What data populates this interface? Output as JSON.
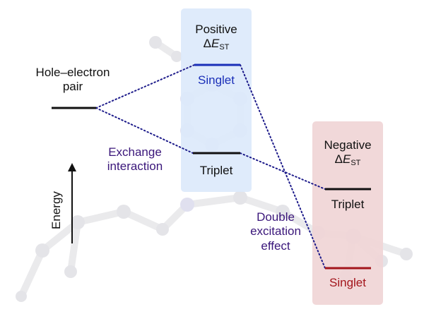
{
  "hole_electron": {
    "line1": "Hole–electron",
    "line2": "pair"
  },
  "positive": {
    "word": "Positive",
    "delta": "Δ",
    "E": "E",
    "sub": "ST",
    "singlet": "Singlet",
    "triplet": "Triplet"
  },
  "negative": {
    "word": "Negative",
    "delta": "Δ",
    "E": "E",
    "sub": "ST",
    "triplet": "Triplet",
    "singlet": "Singlet"
  },
  "exchange": {
    "line1": "Exchange",
    "line2": "interaction"
  },
  "double": {
    "line1": "Double",
    "line2": "excitation",
    "line3": "effect"
  },
  "axis": {
    "label": "Energy"
  },
  "colors": {
    "positive_box": "#dce9fb",
    "negative_box": "#f0d5d6",
    "singlet_positive": "#1a2fb8",
    "singlet_negative": "#a3151c",
    "connector": "#1c1a8a",
    "annotation": "#3a167a"
  }
}
